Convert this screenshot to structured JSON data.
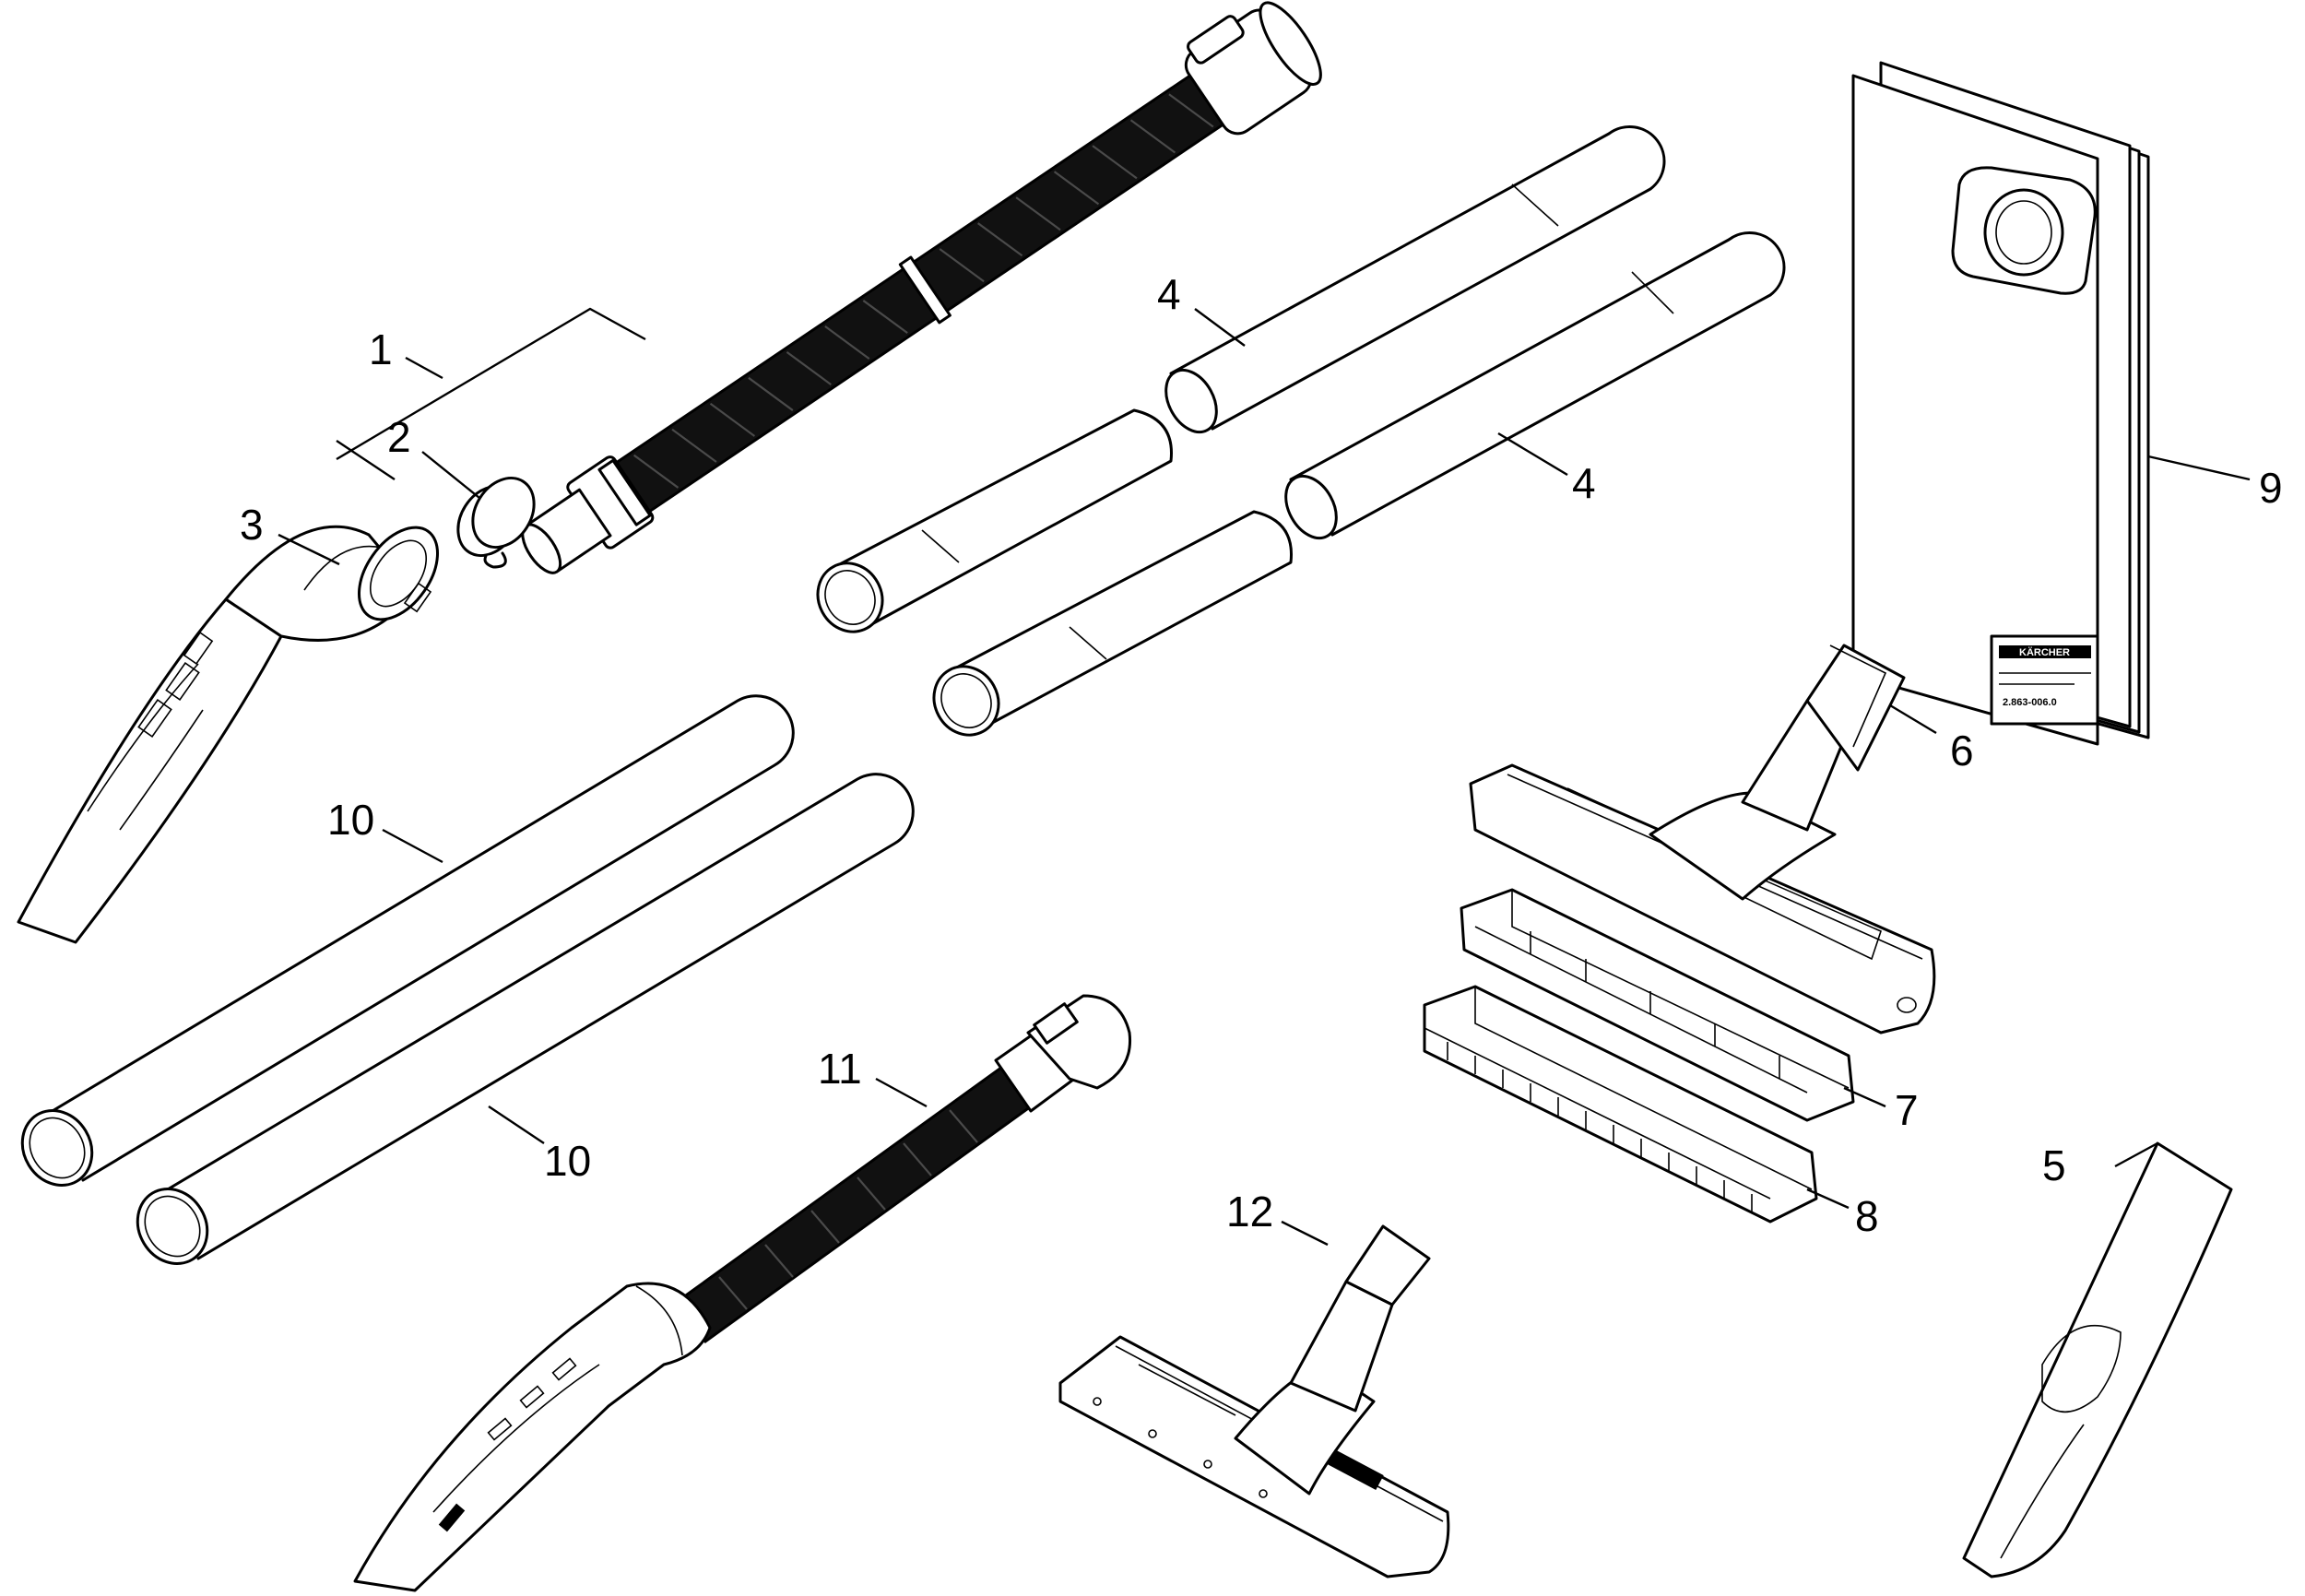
{
  "callouts": {
    "c1": "1",
    "c2": "2",
    "c3": "3",
    "c4a": "4",
    "c4b": "4",
    "c5": "5",
    "c6": "6",
    "c7": "7",
    "c8": "8",
    "c9": "9",
    "c10a": "10",
    "c10b": "10",
    "c11": "11",
    "c12": "12"
  },
  "bag_label": {
    "brand": "KÄRCHER",
    "part_number": "2.863-006.0"
  },
  "colors": {
    "line": "#000000",
    "hose": "#111111",
    "background": "#ffffff"
  }
}
